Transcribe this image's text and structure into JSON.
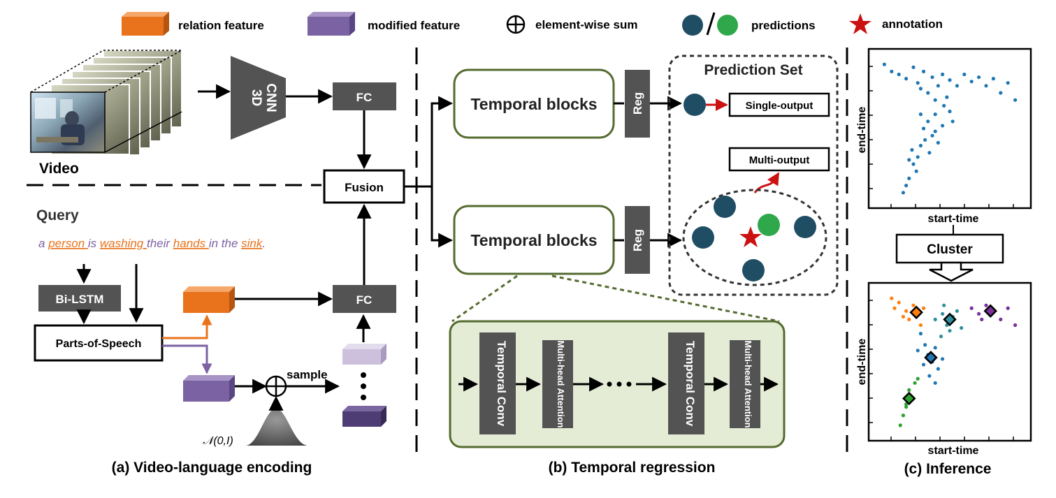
{
  "legend": {
    "relation_feature": "relation feature",
    "modified_feature": "modified feature",
    "element_wise_sum": "element-wise sum",
    "predictions": "predictions",
    "annotation": "annotation"
  },
  "panel_a": {
    "caption": "(a) Video-language encoding",
    "video_label": "Video",
    "cnn_line1": "3D",
    "cnn_line2": "CNN",
    "fc_top": "FC",
    "fusion": "Fusion",
    "query_label": "Query",
    "query_words": [
      {
        "t": "a",
        "u": false,
        "c": "purple"
      },
      {
        "t": "person",
        "u": true,
        "c": "orange"
      },
      {
        "t": "is",
        "u": false,
        "c": "purple"
      },
      {
        "t": "washing",
        "u": true,
        "c": "orange"
      },
      {
        "t": "their",
        "u": false,
        "c": "purple"
      },
      {
        "t": "hands",
        "u": true,
        "c": "orange"
      },
      {
        "t": "in the",
        "u": false,
        "c": "purple"
      },
      {
        "t": "sink",
        "u": true,
        "c": "orange"
      },
      {
        "t": ".",
        "u": false,
        "c": "purple"
      }
    ],
    "bilstm": "Bi-LSTM",
    "pos": "Parts-of-Speech",
    "fc_bottom": "FC",
    "sample": "sample",
    "normal_dist": "𝒩(0,I)"
  },
  "panel_b": {
    "caption": "(b) Temporal regression",
    "temporal_blocks": "Temporal blocks",
    "reg": "Reg",
    "prediction_set": "Prediction Set",
    "single_output": "Single-output",
    "multi_output": "Multi-output",
    "temporal_conv": "Temporal Conv",
    "multi_head_attention": "Multi-head Attention"
  },
  "panel_c": {
    "caption": "(c) Inference",
    "xlabel": "start-time",
    "ylabel": "end-time",
    "cluster": "Cluster"
  },
  "colors": {
    "orange": "#e8731c",
    "purple": "#7b62a3",
    "dark_purple": "#4e3d74",
    "light_purple": "#ccc0dd",
    "teal": "#1f4e64",
    "green": "#2ea84a",
    "red": "#cc1111",
    "block_gray": "#535353",
    "olive": "#546b2f",
    "panel_green": "#e4ecd6",
    "scatter_blue": "#1f77b4",
    "scatter_orange": "#ff7f0e",
    "scatter_teal": "#2f8f9a",
    "scatter_purple": "#7a2f9a",
    "scatter_green": "#2ca02c"
  },
  "chart_data": [
    {
      "type": "scatter",
      "title": "",
      "xlabel": "start-time",
      "ylabel": "end-time",
      "grid": false,
      "series": [
        {
          "points": [
            [
              0.05,
              0.95
            ],
            [
              0.1,
              0.9
            ],
            [
              0.15,
              0.88
            ],
            [
              0.2,
              0.85
            ],
            [
              0.25,
              0.93
            ],
            [
              0.28,
              0.82
            ],
            [
              0.3,
              0.78
            ],
            [
              0.32,
              0.9
            ],
            [
              0.35,
              0.75
            ],
            [
              0.38,
              0.86
            ],
            [
              0.4,
              0.7
            ],
            [
              0.42,
              0.8
            ],
            [
              0.45,
              0.88
            ],
            [
              0.48,
              0.72
            ],
            [
              0.5,
              0.84
            ],
            [
              0.55,
              0.8
            ],
            [
              0.6,
              0.88
            ],
            [
              0.65,
              0.83
            ],
            [
              0.7,
              0.86
            ],
            [
              0.75,
              0.8
            ],
            [
              0.8,
              0.85
            ],
            [
              0.85,
              0.75
            ],
            [
              0.9,
              0.82
            ],
            [
              0.95,
              0.7
            ],
            [
              0.3,
              0.6
            ],
            [
              0.32,
              0.5
            ],
            [
              0.35,
              0.55
            ],
            [
              0.38,
              0.45
            ],
            [
              0.4,
              0.6
            ],
            [
              0.42,
              0.4
            ],
            [
              0.45,
              0.52
            ],
            [
              0.3,
              0.38
            ],
            [
              0.28,
              0.3
            ],
            [
              0.25,
              0.25
            ],
            [
              0.22,
              0.15
            ],
            [
              0.2,
              0.1
            ],
            [
              0.18,
              0.05
            ],
            [
              0.24,
              0.35
            ],
            [
              0.33,
              0.42
            ],
            [
              0.36,
              0.33
            ],
            [
              0.4,
              0.48
            ],
            [
              0.5,
              0.62
            ],
            [
              0.46,
              0.66
            ],
            [
              0.52,
              0.55
            ],
            [
              0.27,
              0.2
            ],
            [
              0.22,
              0.28
            ]
          ]
        }
      ]
    },
    {
      "type": "scatter",
      "title": "",
      "xlabel": "start-time",
      "ylabel": "end-time",
      "grid": false,
      "series": [
        {
          "points": [
            [
              0.1,
              0.95
            ],
            [
              0.15,
              0.92
            ],
            [
              0.2,
              0.86
            ],
            [
              0.22,
              0.8
            ],
            [
              0.25,
              0.9
            ],
            [
              0.28,
              0.84
            ],
            [
              0.3,
              0.76
            ],
            [
              0.32,
              0.88
            ],
            [
              0.18,
              0.82
            ],
            [
              0.12,
              0.88
            ]
          ]
        },
        {
          "points": [
            [
              0.3,
              0.7
            ],
            [
              0.33,
              0.62
            ],
            [
              0.35,
              0.55
            ],
            [
              0.38,
              0.5
            ],
            [
              0.4,
              0.6
            ],
            [
              0.42,
              0.45
            ],
            [
              0.45,
              0.52
            ],
            [
              0.32,
              0.48
            ],
            [
              0.28,
              0.58
            ],
            [
              0.36,
              0.4
            ],
            [
              0.4,
              0.35
            ]
          ]
        },
        {
          "points": [
            [
              0.4,
              0.8
            ],
            [
              0.45,
              0.84
            ],
            [
              0.48,
              0.76
            ],
            [
              0.5,
              0.72
            ],
            [
              0.52,
              0.82
            ],
            [
              0.55,
              0.86
            ],
            [
              0.58,
              0.74
            ],
            [
              0.44,
              0.68
            ],
            [
              0.46,
              0.9
            ]
          ]
        },
        {
          "points": [
            [
              0.65,
              0.88
            ],
            [
              0.7,
              0.84
            ],
            [
              0.75,
              0.9
            ],
            [
              0.8,
              0.86
            ],
            [
              0.85,
              0.8
            ],
            [
              0.9,
              0.88
            ],
            [
              0.95,
              0.76
            ],
            [
              0.72,
              0.8
            ]
          ]
        },
        {
          "points": [
            [
              0.2,
              0.2
            ],
            [
              0.22,
              0.3
            ],
            [
              0.24,
              0.25
            ],
            [
              0.18,
              0.12
            ],
            [
              0.26,
              0.35
            ],
            [
              0.16,
              0.05
            ],
            [
              0.28,
              0.38
            ],
            [
              0.2,
              0.18
            ]
          ]
        }
      ],
      "centers": [
        [
          0.27,
          0.85
        ],
        [
          0.37,
          0.53
        ],
        [
          0.5,
          0.8
        ],
        [
          0.78,
          0.86
        ],
        [
          0.22,
          0.24
        ]
      ]
    }
  ]
}
